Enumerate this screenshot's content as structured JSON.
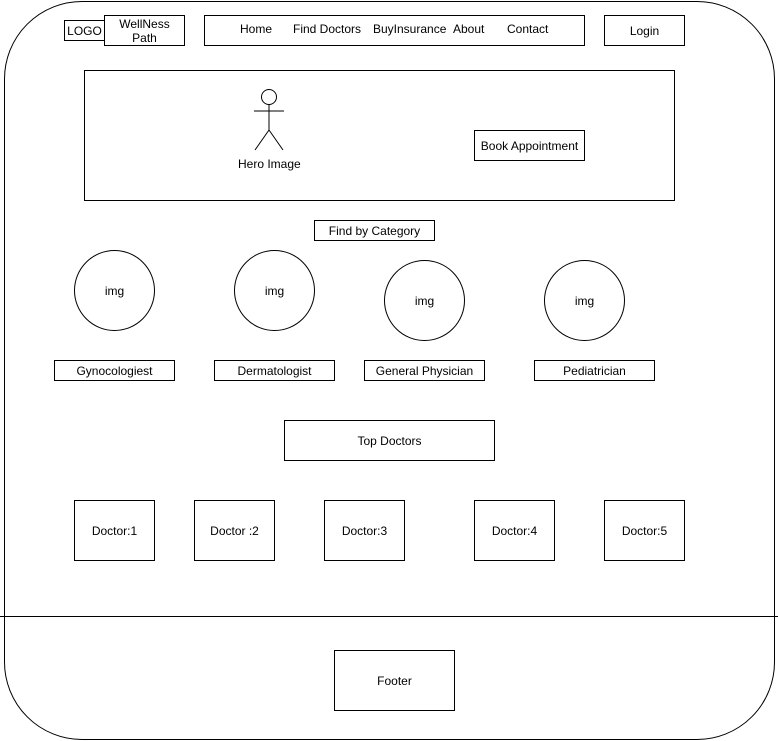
{
  "header": {
    "logo": "LOGO",
    "brand_line1": "WellNess",
    "brand_line2": "Path",
    "nav": [
      "Home",
      "Find Doctors",
      "BuyInsurance",
      "About",
      "Contact"
    ],
    "login": "Login"
  },
  "hero": {
    "image_label": "Hero Image",
    "cta": "Book Appointment",
    "icon": "person-icon"
  },
  "categories": {
    "title": "Find by Category",
    "items": [
      {
        "img": "img",
        "label": "Gynocologiest"
      },
      {
        "img": "img",
        "label": "Dermatologist"
      },
      {
        "img": "img",
        "label": "General Physician"
      },
      {
        "img": "img",
        "label": "Pediatrician"
      }
    ]
  },
  "top_doctors": {
    "title": "Top Doctors",
    "doctors": [
      "Doctor:1",
      "Doctor :2",
      "Doctor:3",
      "Doctor:4",
      "Doctor:5"
    ]
  },
  "footer": {
    "label": "Footer"
  }
}
